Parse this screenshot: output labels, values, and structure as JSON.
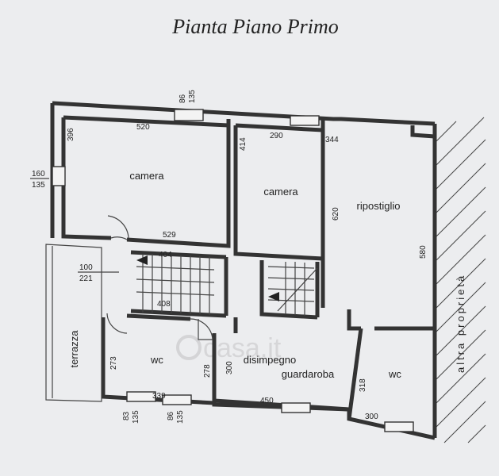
{
  "title": "Pianta Piano Primo",
  "rooms": {
    "camera_1": "camera",
    "camera_2": "camera",
    "ripostiglio": "ripostiglio",
    "terrazza": "terrazza",
    "wc_1": "wc",
    "wc_2": "wc",
    "disimpegno": "disimpegno",
    "guardaroba": "guardaroba",
    "altra_proprieta": "altra proprietà"
  },
  "dimensions": {
    "d396": "396",
    "d520": "520",
    "d160": "160",
    "d135a": "135",
    "d86a": "86",
    "d135b": "135",
    "d414": "414",
    "d290": "290",
    "d344": "344",
    "d620": "620",
    "d580": "580",
    "d529": "529",
    "d404": "404",
    "d408": "408",
    "d100": "100",
    "d221": "221",
    "d273": "273",
    "d278": "278",
    "d300a": "300",
    "d339": "339",
    "d450": "450",
    "d318": "318",
    "d300b": "300",
    "d83": "83",
    "d135c": "135",
    "d86b": "86",
    "d135d": "135"
  },
  "watermark": "casa.it"
}
